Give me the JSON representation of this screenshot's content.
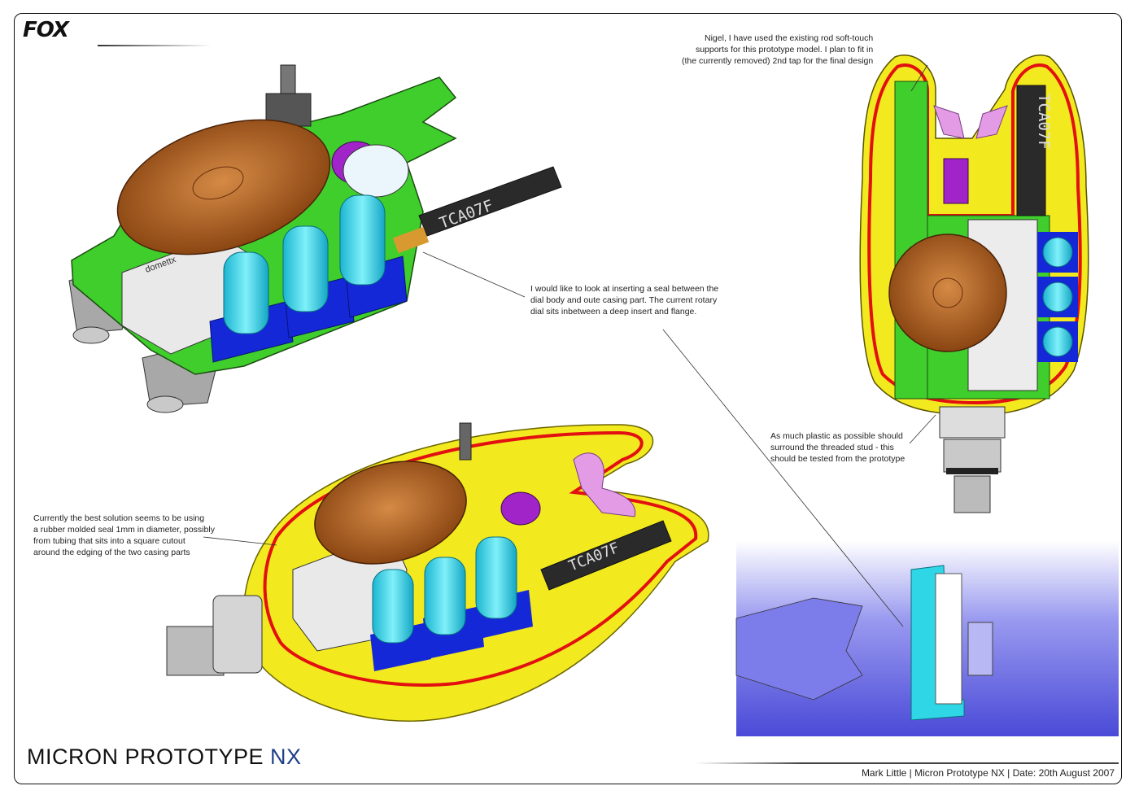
{
  "logo": {
    "text": "FOX"
  },
  "title": {
    "main": "MICRON PROTOTYPE",
    "accent": "NX"
  },
  "footer": {
    "credit": "Mark Little | Micron Prototype NX | Date: 20th August 2007"
  },
  "chip_label": "TCA07F",
  "pcb_label": "domettx",
  "annotations": {
    "rod_supports": "Nigel, I have used the existing rod soft-touch\nsupports for this prototype model. I plan to fit in\n(the currently removed) 2nd tap for the final design",
    "seal_insert": "I would like to look at inserting a seal between the\ndial body and oute casing part. The current rotary\ndial sits inbetween a deep insert and flange.",
    "plastic_stud": "As much plastic as possible should\nsurround the threaded stud - this\nshould be tested from the prototype",
    "rubber_seal": "Currently the best solution seems to be using\na rubber molded seal 1mm in diameter, possibly\nfrom tubing that sits into a square cutout\naround the edging of the two casing parts"
  },
  "colors": {
    "pcb": "#3fce2b",
    "speaker": "#b8651e",
    "knob": "#2fd6e6",
    "knob_base": "#1428d8",
    "casing": "#f2ea1f",
    "seal": "#e21010",
    "dial": "#a024c8",
    "support": "#e39be6",
    "chip": "#2a2a2a",
    "section": "#6a6ae8",
    "title_accent": "#1f3f8a"
  }
}
